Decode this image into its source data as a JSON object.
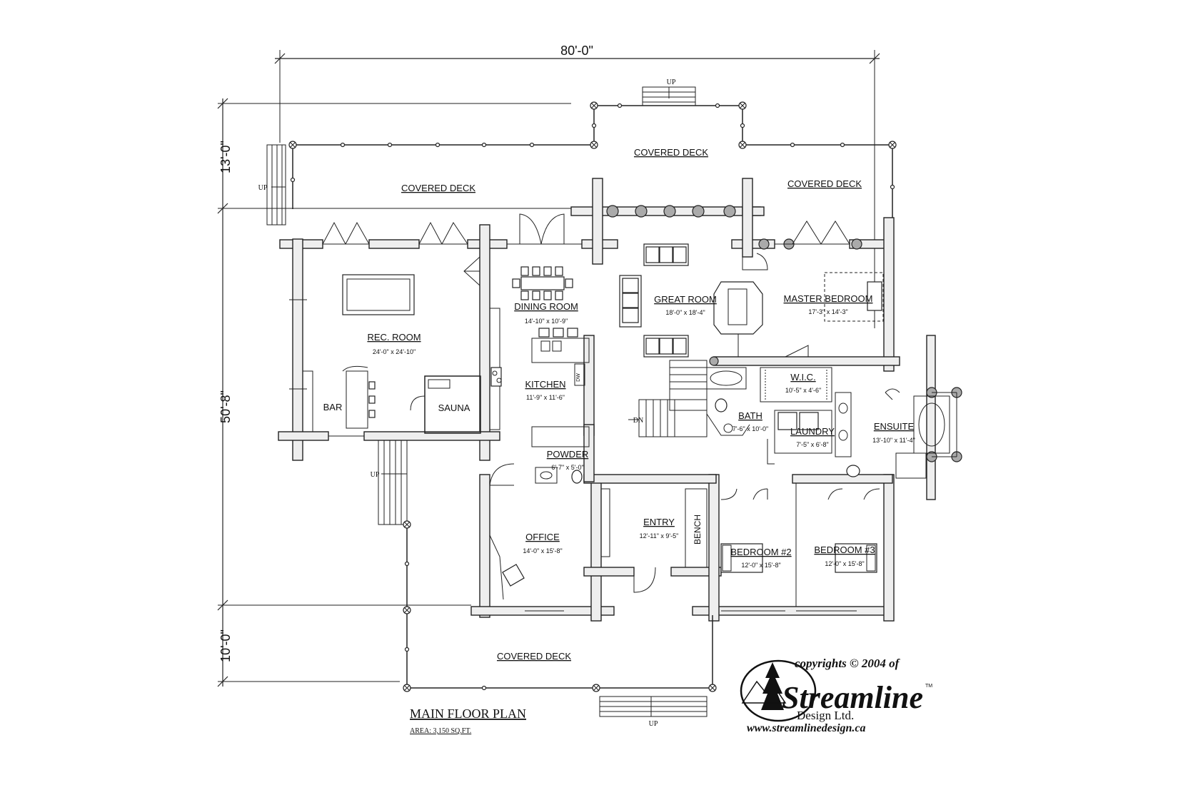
{
  "dimensions": {
    "overall_width": "80'-0\"",
    "rear_deck_depth": "13'-0\"",
    "house_depth": "50'-8\"",
    "front_deck_depth": "10'-0\""
  },
  "decks": {
    "rear_center": "COVERED DECK",
    "rear_left": "COVERED DECK",
    "rear_right": "COVERED DECK",
    "front": "COVERED DECK"
  },
  "stairs": {
    "rear_top": "UP",
    "rear_left": "UP",
    "side_left": "UP",
    "front": "UP",
    "basement": "DN"
  },
  "rooms": [
    {
      "id": "rec-room",
      "name": "REC. ROOM",
      "size": "24'-0\" x 24'-10\""
    },
    {
      "id": "dining-room",
      "name": "DINING ROOM",
      "size": "14'-10\" x 10'-9\""
    },
    {
      "id": "great-room",
      "name": "GREAT ROOM",
      "size": "18'-0\" x 18'-4\""
    },
    {
      "id": "master-bedroom",
      "name": "MASTER BEDROOM",
      "size": "17'-3\" x 14'-3\""
    },
    {
      "id": "kitchen",
      "name": "KITCHEN",
      "size": "11'-9\" x 11'-6\""
    },
    {
      "id": "bar",
      "name": "BAR",
      "size": ""
    },
    {
      "id": "sauna",
      "name": "SAUNA",
      "size": ""
    },
    {
      "id": "wic",
      "name": "W.I.C.",
      "size": "10'-5\" x 4'-6\""
    },
    {
      "id": "bath",
      "name": "BATH",
      "size": "7'-6\" x 10'-0\""
    },
    {
      "id": "laundry",
      "name": "LAUNDRY",
      "size": "7'-5\" x 6'-8\""
    },
    {
      "id": "ensuite",
      "name": "ENSUITE",
      "size": "13'-10\" x 11'-4\""
    },
    {
      "id": "powder",
      "name": "POWDER",
      "size": "6'-7\" x 5'-0\""
    },
    {
      "id": "office",
      "name": "OFFICE",
      "size": "14'-0\" x 15'-8\""
    },
    {
      "id": "entry",
      "name": "ENTRY",
      "size": "12'-11\" x 9'-5\""
    },
    {
      "id": "bedroom-2",
      "name": "BEDROOM #2",
      "size": "12'-0\" x 15'-8\""
    },
    {
      "id": "bedroom-3",
      "name": "BEDROOM #3",
      "size": "12'-0\" x 15'-8\""
    }
  ],
  "fixtures": {
    "bench": "BENCH",
    "dishwasher": "DW"
  },
  "title_block": {
    "title": "MAIN FLOOR PLAN",
    "area": "AREA: 3,150 SQ.FT."
  },
  "logo": {
    "copyright": "copyrights © 2004 of",
    "brand": "Streamline",
    "trademark": "TM",
    "company": "Design Ltd.",
    "website": "www.streamlinedesign.ca"
  }
}
